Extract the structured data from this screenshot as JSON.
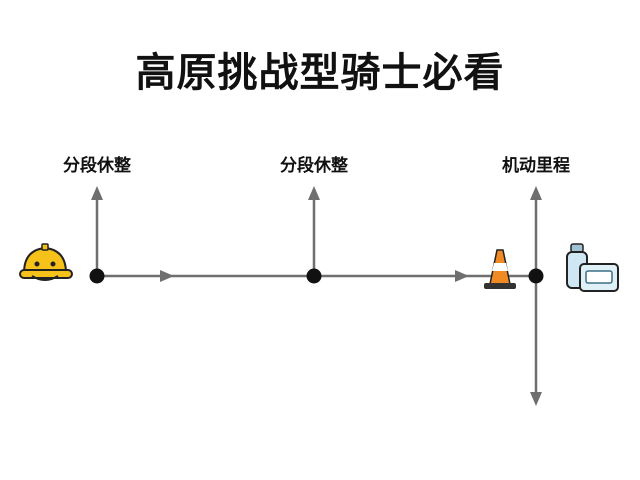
{
  "title": "高原挑战型骑士必看",
  "stages": [
    {
      "label": "分段休整",
      "icon": "helmet-icon"
    },
    {
      "label": "分段休整",
      "icon": "traffic-cone-icon"
    },
    {
      "label": "机动里程",
      "icon": "water-bottle-and-card-icon"
    }
  ],
  "colors": {
    "line": "#6f6f6f",
    "node": "#111111",
    "helmet": "#f6c21a",
    "cone": "#f08a22",
    "bottle": "#cfe7f2"
  }
}
